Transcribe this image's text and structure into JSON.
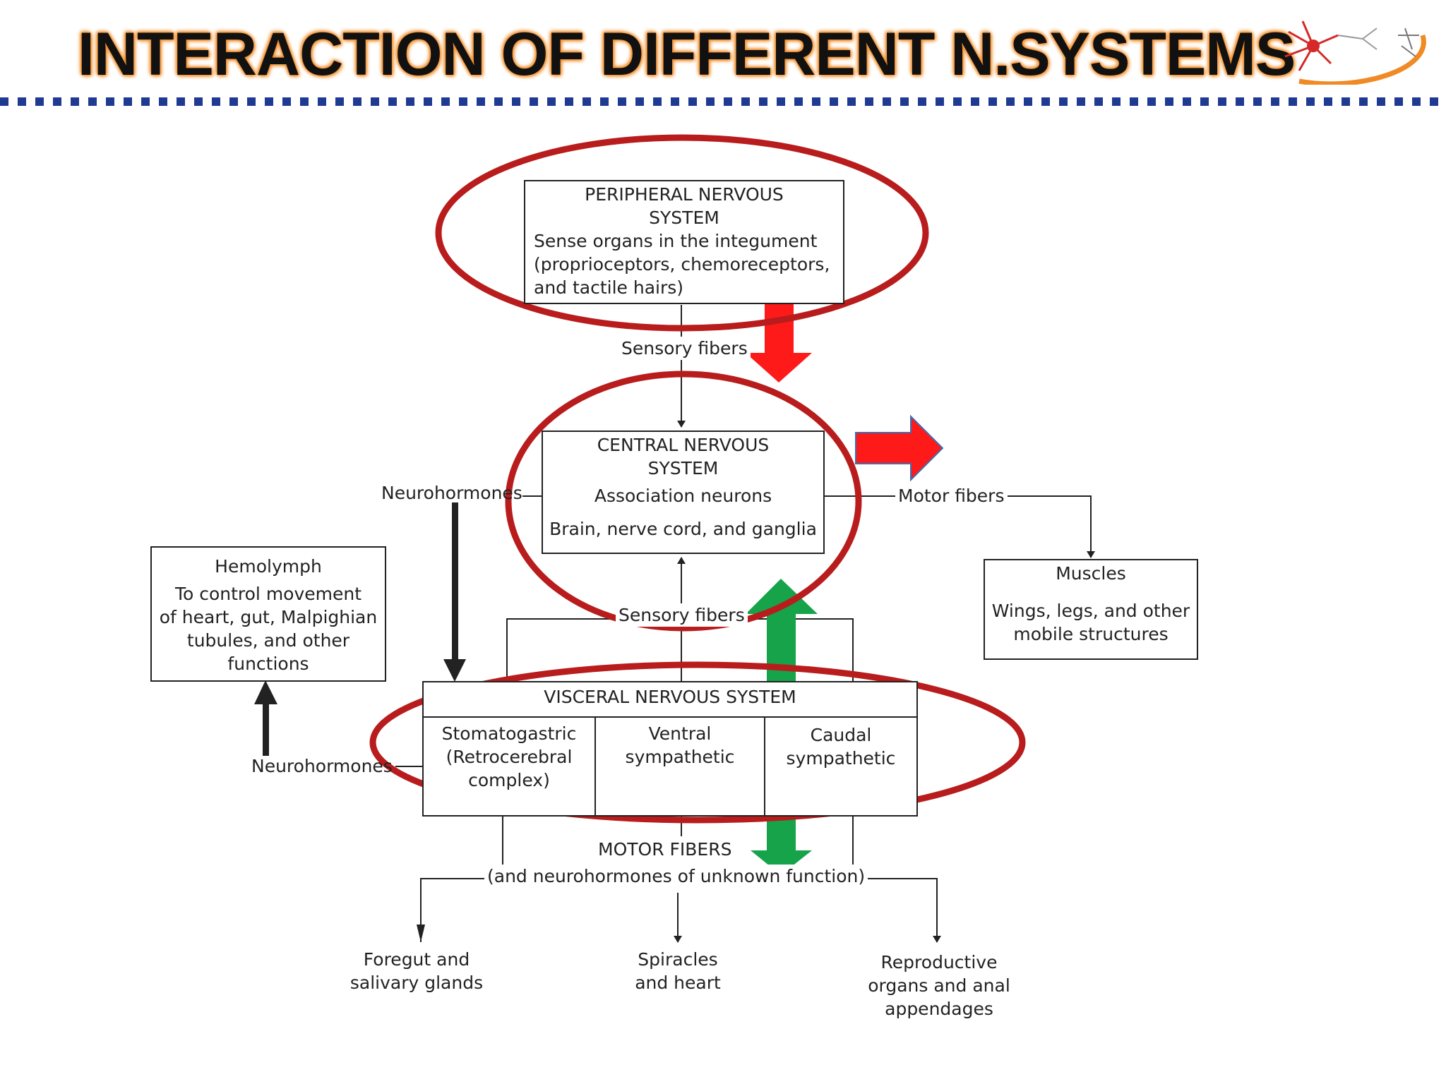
{
  "title": "INTERACTION OF DIFFERENT N.SYSTEMS",
  "colors": {
    "title_glow": "#f08a24",
    "dotted_rule": "#1f3a93",
    "highlight_ellipse": "#b81c1c",
    "red_arrow": "#ff1a1a",
    "green_arrow": "#16a34a",
    "line": "#222222"
  },
  "logo": {
    "icon": "neuron-logo-icon"
  },
  "pns": {
    "title_1": "PERIPHERAL NERVOUS",
    "title_2": "SYSTEM",
    "line_1": "Sense organs in the integument",
    "line_2": "(proprioceptors, chemoreceptors,",
    "line_3": "and tactile hairs)"
  },
  "cns": {
    "title_1": "CENTRAL NERVOUS",
    "title_2": "SYSTEM",
    "line_1": "Association neurons",
    "line_2": "Brain, nerve cord, and ganglia"
  },
  "vns": {
    "title": "VISCERAL NERVOUS SYSTEM",
    "col1_1": "Stomatogastric",
    "col1_2": "(Retrocerebral",
    "col1_3": "complex)",
    "col2_1": "Ventral",
    "col2_2": "sympathetic",
    "col3_1": "Caudal",
    "col3_2": "sympathetic"
  },
  "hemolymph": {
    "title": "Hemolymph",
    "line_1": "To control movement",
    "line_2": "of heart, gut, Malpighian",
    "line_3": "tubules, and other",
    "line_4": "functions"
  },
  "muscles": {
    "title": "Muscles",
    "line_1": "Wings, legs, and other",
    "line_2": "mobile structures"
  },
  "labels": {
    "sensory_top": "Sensory fibers",
    "sensory_mid": "Sensory fibers",
    "motor_fibers": "Motor fibers",
    "neurohormones_top": "Neurohormones",
    "neurohormones_bottom": "Neurohormones",
    "motor_fibers_caps": "MOTOR FIBERS",
    "motor_fibers_sub": "(and neurohormones of unknown function)"
  },
  "outputs": {
    "foregut_1": "Foregut and",
    "foregut_2": "salivary glands",
    "spiracles_1": "Spiracles",
    "spiracles_2": "and heart",
    "repro_1": "Reproductive",
    "repro_2": "organs and anal",
    "repro_3": "appendages"
  }
}
